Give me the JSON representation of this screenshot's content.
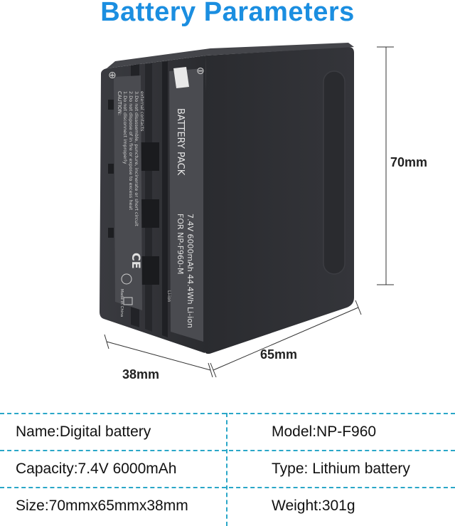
{
  "title": "Battery Parameters",
  "dimensions": {
    "height": "70mm",
    "width": "65mm",
    "depth": "38mm"
  },
  "label": {
    "caution_title": "CAUTION:",
    "caution_lines": [
      "1.Do not disconnect improperly",
      "2.Do not dispose of in fire or expose to excess heat",
      "3.Do not disassemble, puncture, incinerate or short circuit",
      "external contacts"
    ],
    "product_name": "BATTERY PACK",
    "model_line": "FOR NP-F960-M",
    "rating_line": "7.4V 6000mAh 44.4Wh Li-ion",
    "ce_mark": "CE",
    "made_in": "Made in China",
    "li_ion": "Li-ion"
  },
  "specs": [
    {
      "left": "Name:Digital battery",
      "right": "Model:NP-F960"
    },
    {
      "left": "Capacity:7.4V 6000mAh",
      "right": "Type: Lithium battery"
    },
    {
      "left": "Size:70mmx65mmx38mm",
      "right": "Weight:301g"
    }
  ],
  "colors": {
    "title": "#1b8ee0",
    "divider": "#2aa7c8",
    "battery": "#2d2e32"
  }
}
